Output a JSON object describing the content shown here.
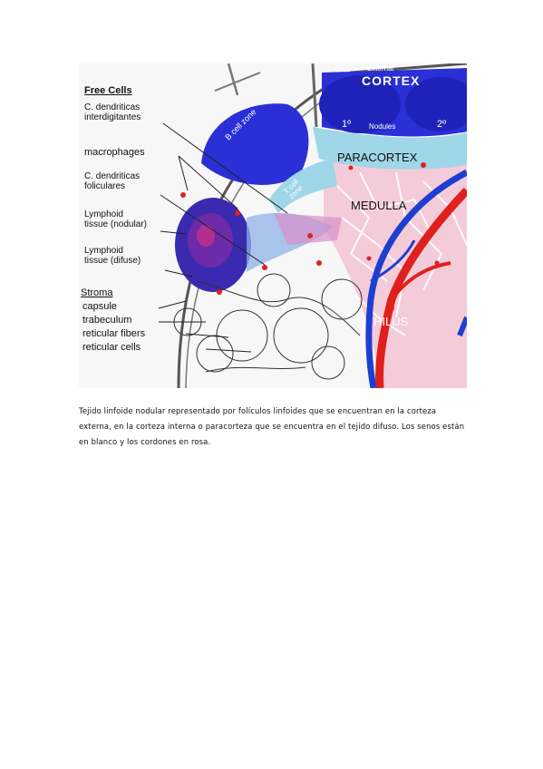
{
  "figure": {
    "free_cells_heading": "Free Cells",
    "labels": {
      "c_dendriticas_interdigitantes": "C. dendriticas\ninterdigitantes",
      "macrophages": "macrophages",
      "c_dendriticas_foliculares": "C. dendriticas\nfoliculares",
      "lymphoid_nodular": "Lymphoid\ntissue (nodular)",
      "lymphoid_difuse": "Lymphoid\ntissue (difuse)",
      "stroma": "Stroma",
      "capsule": "capsule",
      "trabeculum": "trabeculum",
      "reticular_fibers": "reticular fibers",
      "reticular_cells": "reticular cells",
      "external": "External",
      "cortex": "CORTEX",
      "nodule_1": "1º",
      "nodules": "Nodules",
      "nodule_2": "2º",
      "b_cell_zone": "B cell zone",
      "t_cell_zone": "T cell\nzone",
      "paracortex": "PARACORTEX",
      "medulla": "MEDULLA",
      "hilus": "HILUS"
    },
    "colors": {
      "cortex_blue": "#2b2fd6",
      "nodule_blue": "#1f22b8",
      "paracortex_cyan": "#9fd6e8",
      "medulla_pink": "#f2a7c1",
      "artery_red": "#e0201c",
      "vein_blue": "#1d3fd1",
      "nodular_tissue": "#3a2ab0"
    }
  },
  "caption": "Tejido linfoide nodular representado por folículos linfoides que se encuentran en la corteza externa, en la corteza interna o paracorteza que se encuentra en el tejido difuso. Los senos están en blanco y los cordones en rosa."
}
